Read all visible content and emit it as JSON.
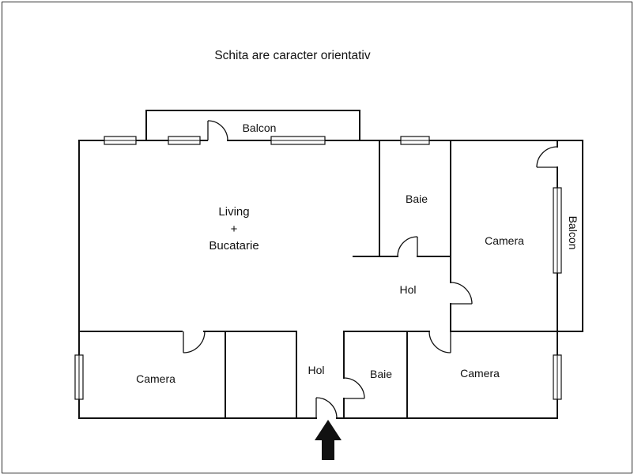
{
  "image": {
    "title": "Schita are caracter orientativ"
  },
  "floorplan": {
    "labels": {
      "balcony_top": "Balcon",
      "living_line1": "Living",
      "living_line2": "+",
      "living_line3": "Bucatarie",
      "bathroom_top": "Baie",
      "room_right": "Camera",
      "balcony_right": "Balcon",
      "hallway_middle": "Hol",
      "room_bottom_left": "Camera",
      "hallway_bottom": "Hol",
      "bathroom_bottom": "Baie",
      "room_bottom_right": "Camera"
    },
    "icons": {
      "entrance_arrow": "arrow-up"
    },
    "colors": {
      "wall": "#111111",
      "background": "#ffffff",
      "border": "#2b2b2b"
    }
  }
}
